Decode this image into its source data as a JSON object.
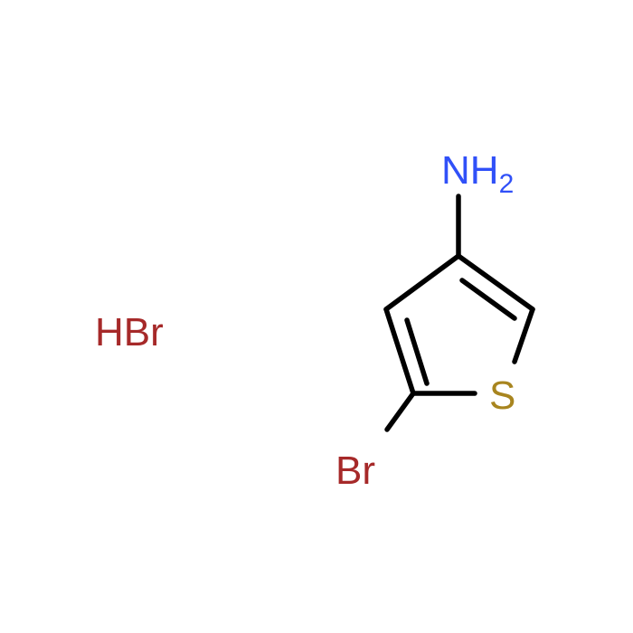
{
  "molecule": {
    "salt_label": "HBr",
    "amine_label": "NH",
    "amine_subscript": "2",
    "sulfur_label": "S",
    "bromine_label": "Br"
  },
  "colors": {
    "bond": "#000000",
    "nitrogen": "#3050F8",
    "sulfur": "#A8851F",
    "bromine": "#A62929"
  }
}
